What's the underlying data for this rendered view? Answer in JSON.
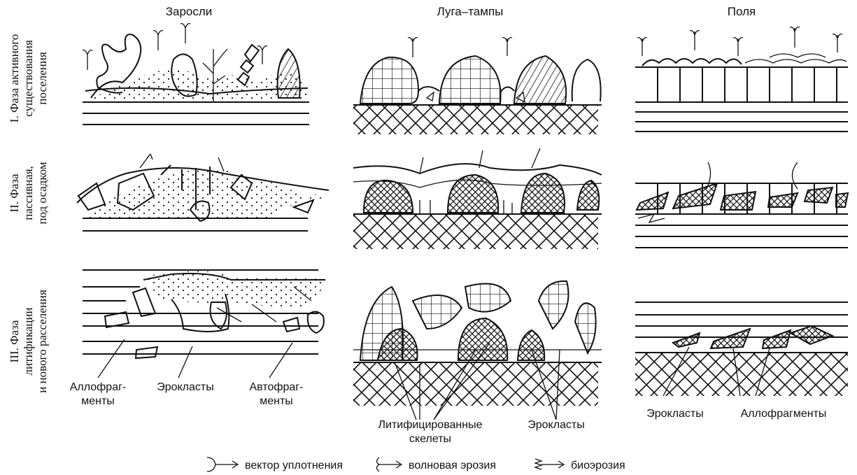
{
  "columns": [
    "Заросли",
    "Луга–тампы",
    "Поля"
  ],
  "phases": [
    {
      "line1": "I. Фаза активного",
      "line2": "существования",
      "line3": "поселения"
    },
    {
      "line1": "II. Фаза",
      "line2": "пассивная,",
      "line3": "под осадком"
    },
    {
      "line1": "III. Фаза",
      "line2": "литификации",
      "line3": "и нового расселения"
    }
  ],
  "labels": {
    "col1": {
      "allo": [
        "Аллофраг-",
        "менты"
      ],
      "ero": "Эрокласты",
      "auto": [
        "Автофраг-",
        "менты"
      ]
    },
    "col2": {
      "lith": [
        "Литифицированные",
        "скелеты"
      ],
      "ero": "Эрокласты"
    },
    "col3": {
      "ero": "Эрокласты",
      "allo": "Аллофрагменты"
    }
  },
  "legend": [
    {
      "icon": "compaction-vector-icon",
      "text": "вектор уплотнения"
    },
    {
      "icon": "wave-erosion-icon",
      "text": "волновая эрозия"
    },
    {
      "icon": "bioerosion-icon",
      "text": "биоэрозия"
    }
  ]
}
